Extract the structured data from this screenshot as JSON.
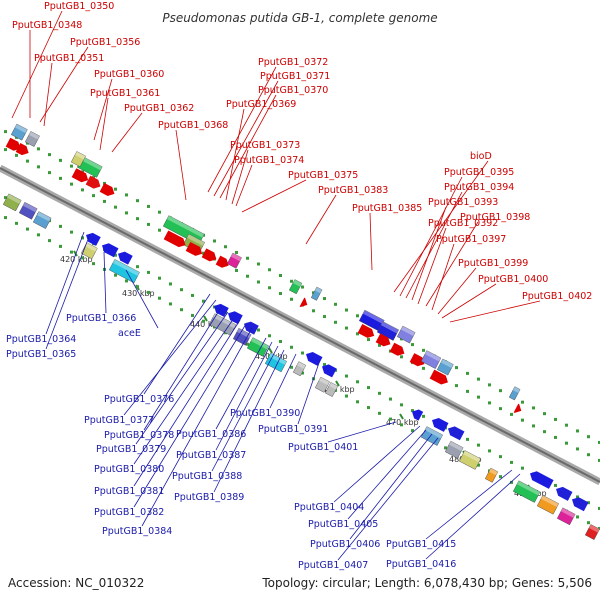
{
  "header": {
    "title": "Pseudomonas putida GB-1, complete genome"
  },
  "footer": {
    "accession": "Accession: NC_010322",
    "summary": "Topology: circular; Length: 6,078,430 bp; Genes: 5,506"
  },
  "colors": {
    "upper_labels": "#cc0000",
    "lower_labels": "#1a1aaa",
    "backbone": "#888888",
    "tick_marks": "#2e8b2e"
  },
  "scale_ticks": [
    "420 kbp",
    "430 kbp",
    "440 kbp",
    "450 kbp",
    "460 kbp",
    "470 kbp",
    "480 kbp",
    "490 kbp"
  ],
  "upper_labels": [
    "PputGB1_0350",
    "PputGB1_0348",
    "PputGB1_0356",
    "PputGB1_0351",
    "PputGB1_0360",
    "PputGB1_0361",
    "PputGB1_0362",
    "PputGB1_0368",
    "PputGB1_0372",
    "PputGB1_0371",
    "PputGB1_0370",
    "PputGB1_0369",
    "PputGB1_0373",
    "PputGB1_0374",
    "PputGB1_0375",
    "PputGB1_0383",
    "PputGB1_0385",
    "bioD",
    "PputGB1_0395",
    "PputGB1_0394",
    "PputGB1_0393",
    "PputGB1_0392",
    "PputGB1_0398",
    "PputGB1_0397",
    "PputGB1_0399",
    "PputGB1_0400",
    "PputGB1_0402"
  ],
  "lower_labels": [
    "PputGB1_0364",
    "PputGB1_0365",
    "PputGB1_0366",
    "aceE",
    "PputGB1_0376",
    "PputGB1_0377",
    "PputGB1_0378",
    "PputGB1_0379",
    "PputGB1_0380",
    "PputGB1_0381",
    "PputGB1_0382",
    "PputGB1_0384",
    "PputGB1_0386",
    "PputGB1_0387",
    "PputGB1_0388",
    "PputGB1_0389",
    "PputGB1_0390",
    "PputGB1_0391",
    "PputGB1_0401",
    "PputGB1_0404",
    "PputGB1_0405",
    "PputGB1_0406",
    "PputGB1_0407",
    "PputGB1_0415",
    "PputGB1_0416"
  ]
}
